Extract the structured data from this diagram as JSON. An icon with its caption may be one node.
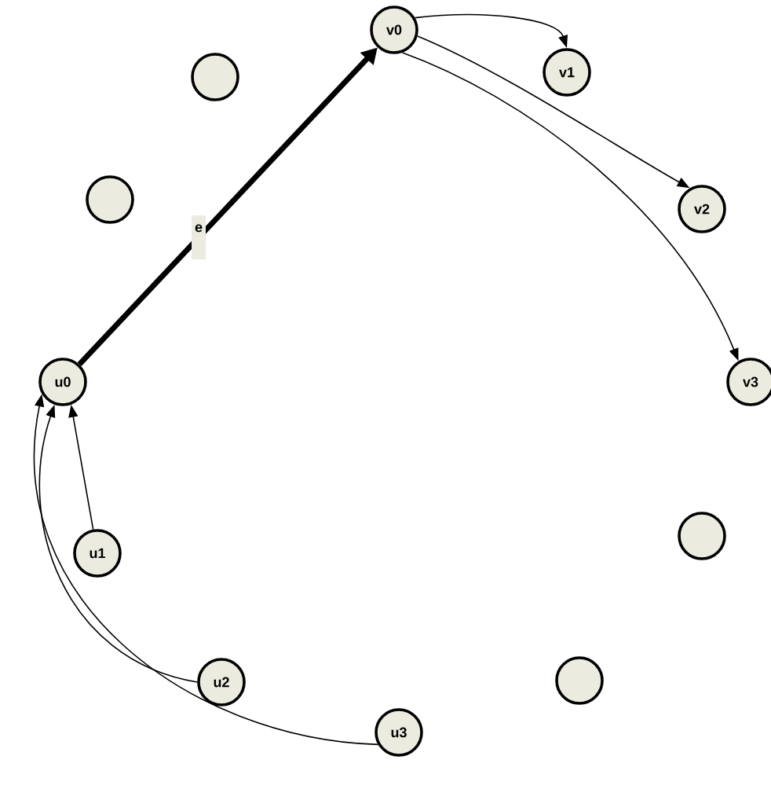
{
  "diagram": {
    "nodes": [
      {
        "text": [
          "v0"
        ]
      },
      {
        "text": [
          "v1"
        ]
      },
      {
        "text": [],
        "shape": "circle"
      },
      {
        "text": [],
        "shape": "circle"
      },
      {
        "text": [
          "v2"
        ]
      },
      {
        "text": [
          "u0"
        ]
      },
      {
        "text": [
          "v3"
        ]
      },
      {
        "text": [],
        "shape": "circle"
      },
      {
        "text": [
          "u1"
        ]
      },
      {
        "text": [],
        "shape": "circle"
      },
      {
        "text": [
          "u2"
        ]
      },
      {
        "text": [
          "u3"
        ]
      }
    ],
    "edges": [
      {
        "from": 5,
        "to": 0,
        "arrow": "to",
        "label": "e",
        "style": "thick"
      },
      {
        "from": 0,
        "to": 1,
        "arrow": "to"
      },
      {
        "from": 0,
        "to": 4,
        "arrow": "to"
      },
      {
        "from": 0,
        "to": 6,
        "arrow": "to"
      },
      {
        "from": 8,
        "to": 5,
        "arrow": "to"
      },
      {
        "from": 10,
        "to": 5,
        "arrow": "to"
      },
      {
        "from": 11,
        "to": 5,
        "arrow": "to"
      }
    ]
  }
}
